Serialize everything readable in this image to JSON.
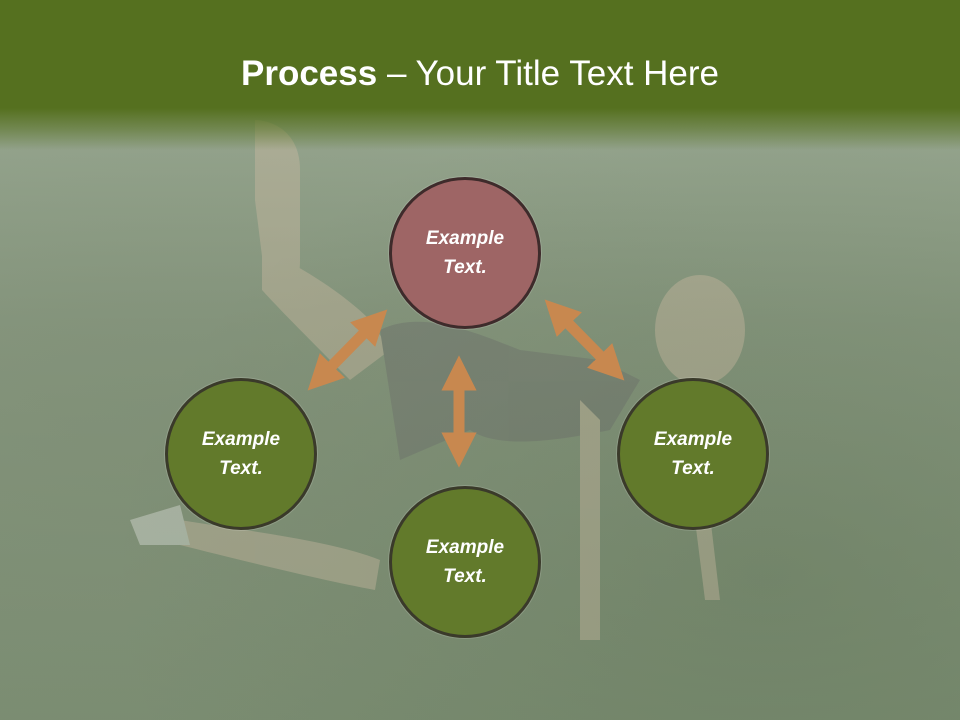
{
  "slide": {
    "title_bold": "Process",
    "title_rest": " – Your Title Text Here"
  },
  "circles": [
    {
      "line1": "Example",
      "line2": "Text."
    },
    {
      "line1": "Example",
      "line2": "Text."
    },
    {
      "line1": "Example",
      "line2": "Text."
    },
    {
      "line1": "Example",
      "line2": "Text."
    }
  ],
  "colors": {
    "header": "#55701f",
    "circle_top": "#9e6565",
    "circle_other": "#627a2b",
    "arrow": "#c8884f"
  }
}
